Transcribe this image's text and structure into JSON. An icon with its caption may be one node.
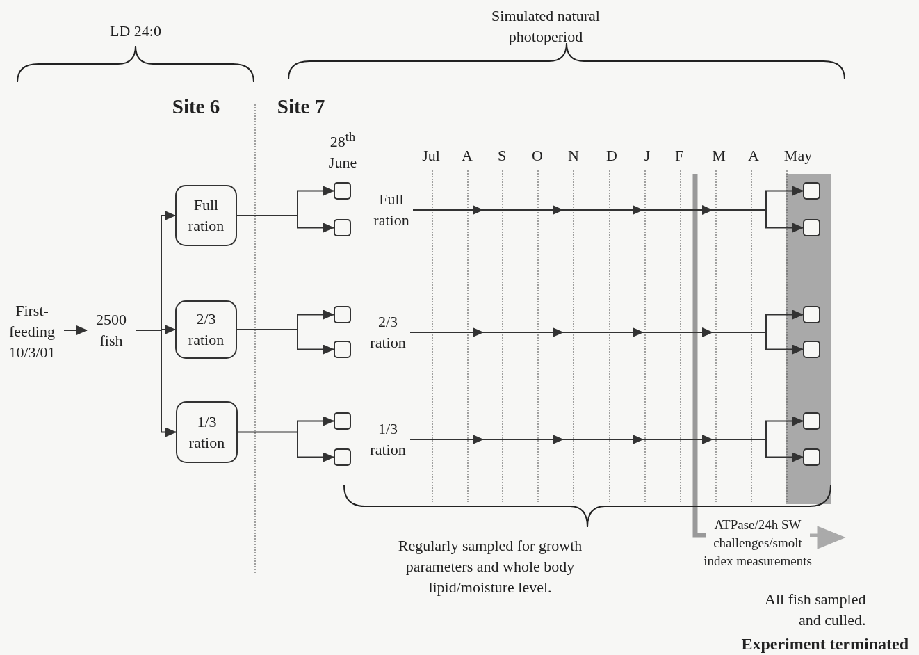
{
  "diagram": {
    "nodes": [
      {
        "text": [
          "First-feeding 10/3/01"
        ]
      },
      {
        "text": [
          "2500 fish"
        ]
      },
      {
        "text": [
          "Full ration"
        ]
      },
      {
        "text": [
          "2/3 ration"
        ]
      },
      {
        "text": [
          "1/3 ration"
        ]
      },
      {
        "text": [],
        "shape": "box"
      },
      {
        "text": [],
        "shape": "box"
      },
      {
        "text": [
          "Full ration"
        ]
      },
      {
        "text": [],
        "shape": "box"
      },
      {
        "text": [],
        "shape": "box"
      },
      {
        "text": [
          "2/3 ration"
        ]
      },
      {
        "text": [],
        "shape": "box"
      },
      {
        "text": [],
        "shape": "box"
      },
      {
        "text": [
          "1/3 ration"
        ]
      },
      {
        "text": [],
        "shape": "box"
      },
      {
        "text": [],
        "shape": "box"
      },
      {
        "text": [],
        "shape": "box"
      },
      {
        "text": [],
        "shape": "box"
      },
      {
        "text": [],
        "shape": "box"
      },
      {
        "text": [],
        "shape": "box"
      }
    ],
    "edges": [
      {
        "from": 0,
        "to": 1,
        "arrow": "to"
      },
      {
        "from": 1,
        "to": 2,
        "arrow": "to"
      },
      {
        "from": 1,
        "to": 3,
        "arrow": "to"
      },
      {
        "from": 1,
        "to": 4,
        "arrow": "to"
      },
      {
        "from": 2,
        "to": 5,
        "arrow": "to"
      },
      {
        "from": 2,
        "to": 6,
        "arrow": "to"
      },
      {
        "from": 3,
        "to": 8,
        "arrow": "to"
      },
      {
        "from": 3,
        "to": 9,
        "arrow": "to"
      },
      {
        "from": 4,
        "to": 11,
        "arrow": "to"
      },
      {
        "from": 4,
        "to": 12,
        "arrow": "to"
      },
      {
        "from": 7,
        "to": 14,
        "arrow": "to"
      },
      {
        "from": 7,
        "to": 15,
        "arrow": "to"
      },
      {
        "from": 10,
        "to": 16,
        "arrow": "to"
      },
      {
        "from": 10,
        "to": 17,
        "arrow": "to"
      },
      {
        "from": 13,
        "to": 18,
        "arrow": "to"
      },
      {
        "from": 13,
        "to": 19,
        "arrow": "to"
      }
    ],
    "labels": [
      "Simulated natural photoperiod",
      "LD 24:0",
      "Site 6",
      "Site 7",
      "28$^{th}$ June",
      "Jul",
      "A",
      "S",
      "O",
      "N",
      "D",
      "J",
      "F",
      "M",
      "A",
      "May",
      "ATPase/24h SW challenges/smolt index measurements",
      "Regularly sampled for growth parameters and whole body lipid/moisture level.",
      "All fish sampled and culled.",
      "Experiment terminated"
    ]
  }
}
